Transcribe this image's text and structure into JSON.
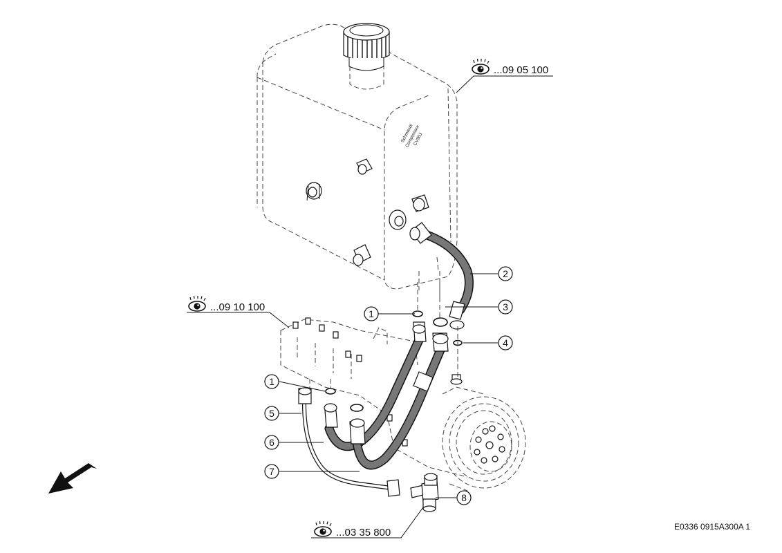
{
  "references": [
    {
      "id": "ref-tank",
      "text": "...09 05 100"
    },
    {
      "id": "ref-pump",
      "text": "...09 10 100"
    },
    {
      "id": "ref-fitting",
      "text": "...03 35 800"
    }
  ],
  "callouts": [
    "1",
    "2",
    "3",
    "4",
    "1",
    "5",
    "6",
    "7",
    "8"
  ],
  "tank_label": [
    "Schmieröl",
    "Compressor",
    "CV90J"
  ],
  "drawing_code": "E0336 0915A300A 1",
  "icons": {
    "reference": "eye-icon",
    "direction": "direction-arrow-icon"
  }
}
